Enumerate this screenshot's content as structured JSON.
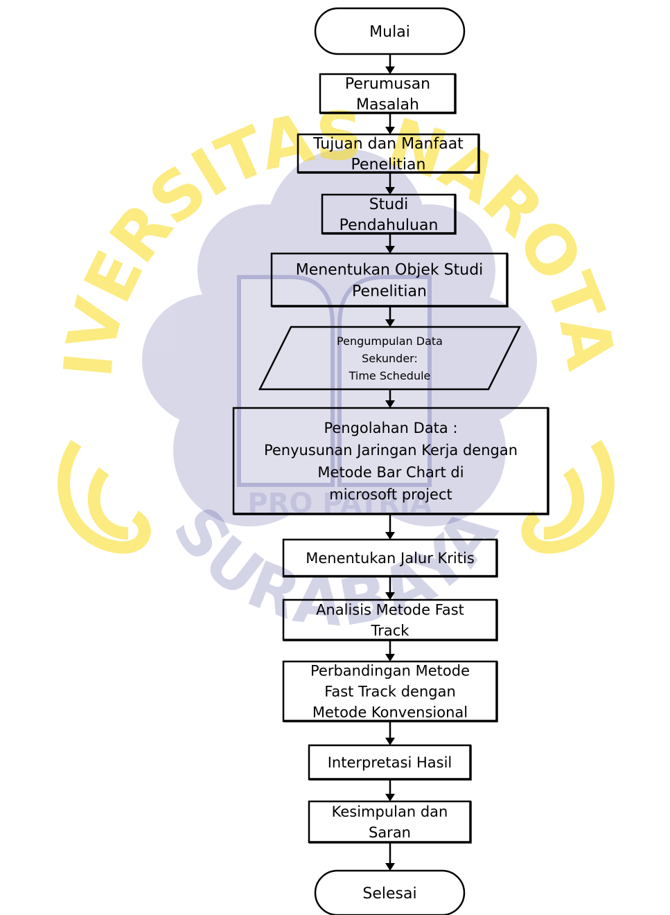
{
  "watermark": {
    "top_text": "UNIVERSITAS NAROTAMA",
    "bottom_text": "SURABAYA",
    "center_text": "PRO PATRIA",
    "yellow": "#F8DC1C",
    "blue": "#2F2E8C"
  },
  "flowchart": {
    "steps": [
      {
        "id": "mulai",
        "shape": "terminator",
        "lines": [
          "Mulai"
        ]
      },
      {
        "id": "perumusan-masalah",
        "shape": "process",
        "lines": [
          "Perumusan",
          "Masalah"
        ]
      },
      {
        "id": "tujuan-manfaat",
        "shape": "process",
        "lines": [
          "Tujuan dan Manfaat",
          "Penelitian"
        ]
      },
      {
        "id": "studi-pendahuluan",
        "shape": "process",
        "lines": [
          "Studi",
          "Pendahuluan"
        ]
      },
      {
        "id": "objek-studi",
        "shape": "process",
        "lines": [
          "Menentukan Objek Studi",
          "Penelitian"
        ]
      },
      {
        "id": "pengumpulan-data",
        "shape": "data",
        "lines": [
          "Pengumpulan Data",
          "Sekunder:",
          "Time Schedule"
        ]
      },
      {
        "id": "pengolahan-data",
        "shape": "process",
        "lines": [
          "Pengolahan Data :",
          "Penyusunan Jaringan Kerja dengan",
          "Metode Bar Chart di",
          "microsoft project"
        ]
      },
      {
        "id": "jalur-kritis",
        "shape": "process",
        "lines": [
          "Menentukan Jalur Kritis"
        ]
      },
      {
        "id": "fast-track",
        "shape": "process",
        "lines": [
          "Analisis Metode Fast",
          "Track"
        ]
      },
      {
        "id": "perbandingan",
        "shape": "process",
        "lines": [
          "Perbandingan Metode",
          "Fast Track dengan",
          "Metode Konvensional"
        ]
      },
      {
        "id": "interpretasi",
        "shape": "process",
        "lines": [
          "Interpretasi Hasil"
        ]
      },
      {
        "id": "kesimpulan",
        "shape": "process",
        "lines": [
          "Kesimpulan dan",
          "Saran"
        ]
      },
      {
        "id": "selesai",
        "shape": "terminator",
        "lines": [
          "Selesai"
        ]
      }
    ]
  }
}
